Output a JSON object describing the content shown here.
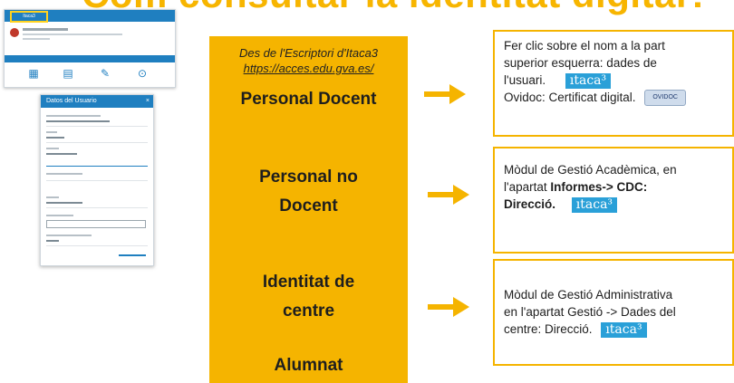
{
  "top_title": "Com consultar la identitat digital?",
  "itaca_thumbnail": {
    "highlight_label": "Itaca3"
  },
  "user_panel": {
    "title": "Datos del Usuario",
    "close_glyph": "×"
  },
  "center": {
    "subtitle": "Des de l'Escriptori d'Itaca3",
    "link": "https://acces.edu.gva.es/",
    "items": [
      {
        "label_line1": "Personal Docent",
        "label_line2": ""
      },
      {
        "label_line1": "Personal no",
        "label_line2": "Docent"
      },
      {
        "label_line1": "Identitat de",
        "label_line2": "centre"
      },
      {
        "label_line1": "Alumnat",
        "label_line2": ""
      }
    ]
  },
  "boxes": [
    {
      "line1": "Fer clic sobre el nom a la part",
      "line2": "superior esquerra: dades de",
      "line3": "l'usuari.",
      "line4": "Ovidoc: Certificat digital.",
      "logo_itaca": "ıtaca³",
      "logo_ovidoc": "OVIDOC"
    },
    {
      "line1": "Mòdul de Gestió Acadèmica, en",
      "line2_pre": "l'apartat ",
      "line2_bold": "Informes-> CDC:",
      "line3_bold": "Direcció.",
      "logo_itaca": "ıtaca³"
    },
    {
      "line1": "Mòdul de Gestió Administrativa",
      "line2": "en l'apartat Gestió -> Dades del",
      "line3": "centre: Direcció.",
      "logo_itaca": "ıtaca³"
    }
  ],
  "colors": {
    "accent_yellow": "#f5b400",
    "itaca_blue": "#2aa0d8",
    "header_blue": "#1f7fc0"
  },
  "icons": [
    "arrow-right-icon",
    "itaca-logo",
    "ovidoc-logo",
    "close-icon"
  ]
}
